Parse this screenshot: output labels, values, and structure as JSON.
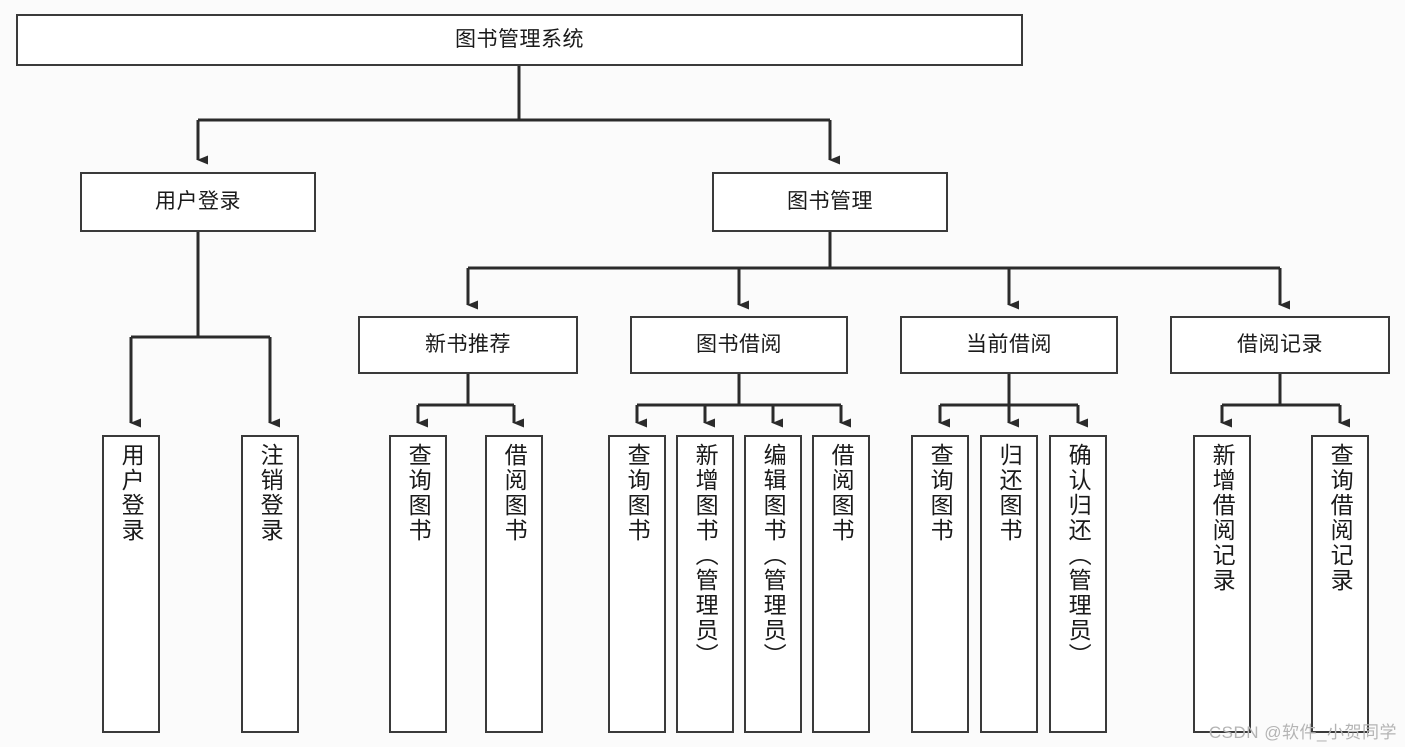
{
  "diagram": {
    "title": "图书管理系统",
    "type": "tree-hierarchy",
    "background_color": "#fbfbfb",
    "box_border_color": "#3a3a3a",
    "box_fill_color": "#ffffff",
    "edge_color": "#2b2b2b",
    "text_color": "#1a1a1a"
  },
  "nodes": {
    "root": {
      "label": "图书管理系统"
    },
    "tier2": [
      {
        "label": "用户登录"
      },
      {
        "label": "图书管理"
      }
    ],
    "tier3": [
      {
        "label": "新书推荐"
      },
      {
        "label": "图书借阅"
      },
      {
        "label": "当前借阅"
      },
      {
        "label": "借阅记录"
      }
    ],
    "leaves": {
      "user_login": [
        {
          "label": "用户登录"
        },
        {
          "label": "注销登录"
        }
      ],
      "new_book_rec": [
        {
          "label": "查询图书"
        },
        {
          "label": "借阅图书"
        }
      ],
      "book_borrow": [
        {
          "label": "查询图书"
        },
        {
          "label": "新增图书（管理员）"
        },
        {
          "label": "编辑图书（管理员）"
        },
        {
          "label": "借阅图书"
        }
      ],
      "current_borrow": [
        {
          "label": "查询图书"
        },
        {
          "label": "归还图书"
        },
        {
          "label": "确认归还（管理员）"
        }
      ],
      "borrow_records": [
        {
          "label": "新增借阅记录"
        },
        {
          "label": "查询借阅记录"
        }
      ]
    }
  },
  "watermark": {
    "text": "CSDN @软件_小贺同学"
  }
}
